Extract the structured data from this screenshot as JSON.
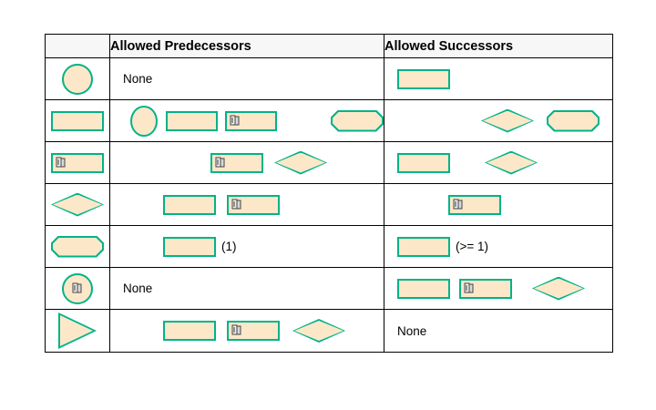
{
  "table": {
    "columns": [
      {
        "key": "shape",
        "label": ""
      },
      {
        "key": "predecessors",
        "label": "Allowed Predecessors"
      },
      {
        "key": "successors",
        "label": "Allowed Successors"
      }
    ],
    "colors": {
      "shape_fill": "#fce8c8",
      "shape_stroke": "#00b388",
      "grid_line": "#000000",
      "header_background": "#f7f7f7",
      "text": "#000000",
      "page_background": "#ffffff"
    },
    "rows": [
      {
        "id": "row-start-event",
        "shape": {
          "type": "circle",
          "icon": "circle-shape-icon",
          "badge": null
        },
        "predecessors": {
          "text": "None",
          "shapes": []
        },
        "successors": {
          "text": "",
          "shapes": [
            {
              "type": "rect",
              "icon": "rectangle-shape-icon",
              "badge": null
            }
          ]
        }
      },
      {
        "id": "row-task",
        "shape": {
          "type": "rect",
          "icon": "rectangle-shape-icon",
          "badge": null
        },
        "predecessors": {
          "text": "",
          "shapes": [
            {
              "type": "oval",
              "icon": "circle-shape-icon",
              "badge": null
            },
            {
              "type": "rect",
              "icon": "rectangle-shape-icon",
              "badge": null
            },
            {
              "type": "rect",
              "icon": "subprocess-shape-icon",
              "badge": "subprocess-badge-icon"
            },
            {
              "type": "octagon",
              "icon": "octagon-shape-icon",
              "badge": null
            }
          ]
        },
        "successors": {
          "text": "",
          "shapes": [
            {
              "type": "diamond",
              "icon": "diamond-shape-icon",
              "badge": null
            },
            {
              "type": "octagon",
              "icon": "octagon-shape-icon",
              "badge": null
            }
          ]
        }
      },
      {
        "id": "row-subprocess",
        "shape": {
          "type": "rect",
          "icon": "subprocess-shape-icon",
          "badge": "subprocess-badge-icon"
        },
        "predecessors": {
          "text": "",
          "shapes": [
            {
              "type": "rect",
              "icon": "subprocess-shape-icon",
              "badge": "subprocess-badge-icon"
            },
            {
              "type": "diamond",
              "icon": "diamond-shape-icon",
              "badge": null
            }
          ]
        },
        "successors": {
          "text": "",
          "shapes": [
            {
              "type": "rect",
              "icon": "rectangle-shape-icon",
              "badge": null
            },
            {
              "type": "diamond",
              "icon": "diamond-shape-icon",
              "badge": null
            }
          ]
        }
      },
      {
        "id": "row-gateway",
        "shape": {
          "type": "diamond",
          "icon": "diamond-shape-icon",
          "badge": null
        },
        "predecessors": {
          "text": "",
          "shapes": [
            {
              "type": "rect",
              "icon": "rectangle-shape-icon",
              "badge": null
            },
            {
              "type": "rect",
              "icon": "subprocess-shape-icon",
              "badge": "subprocess-badge-icon"
            }
          ]
        },
        "successors": {
          "text": "",
          "shapes": [
            {
              "type": "rect",
              "icon": "subprocess-shape-icon",
              "badge": "subprocess-badge-icon"
            }
          ]
        }
      },
      {
        "id": "row-octagon",
        "shape": {
          "type": "octagon",
          "icon": "octagon-shape-icon",
          "badge": null
        },
        "predecessors": {
          "text": "(1)",
          "shapes": [
            {
              "type": "rect",
              "icon": "rectangle-shape-icon",
              "badge": null
            }
          ]
        },
        "successors": {
          "text": "(>= 1)",
          "shapes": [
            {
              "type": "rect",
              "icon": "rectangle-shape-icon",
              "badge": null
            }
          ]
        }
      },
      {
        "id": "row-subprocess-circle",
        "shape": {
          "type": "circle",
          "icon": "circle-shape-icon",
          "badge": "subprocess-badge-icon"
        },
        "predecessors": {
          "text": "None",
          "shapes": []
        },
        "successors": {
          "text": "",
          "shapes": [
            {
              "type": "rect",
              "icon": "rectangle-shape-icon",
              "badge": null
            },
            {
              "type": "rect",
              "icon": "subprocess-shape-icon",
              "badge": "subprocess-badge-icon"
            },
            {
              "type": "diamond",
              "icon": "diamond-shape-icon",
              "badge": null
            }
          ]
        }
      },
      {
        "id": "row-end-triangle",
        "shape": {
          "type": "triangle",
          "icon": "triangle-shape-icon",
          "badge": null
        },
        "predecessors": {
          "text": "",
          "shapes": [
            {
              "type": "rect",
              "icon": "rectangle-shape-icon",
              "badge": null
            },
            {
              "type": "rect",
              "icon": "subprocess-shape-icon",
              "badge": "subprocess-badge-icon"
            },
            {
              "type": "diamond",
              "icon": "diamond-shape-icon",
              "badge": null
            }
          ]
        },
        "successors": {
          "text": "None",
          "shapes": []
        }
      }
    ]
  }
}
